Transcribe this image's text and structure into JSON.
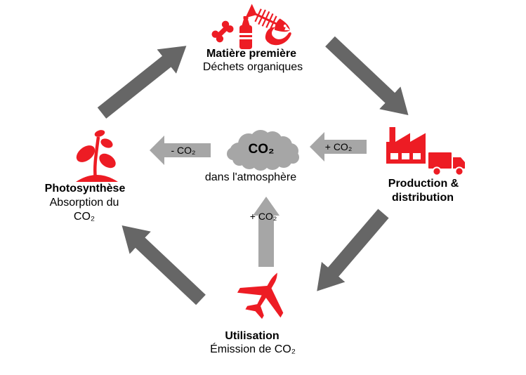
{
  "colors": {
    "accent_red": "#ED1C24",
    "arrow_dark": "#666666",
    "arrow_light": "#A6A6A6",
    "cloud_gray": "#A6A6A6",
    "text": "#000000",
    "background": "#FFFFFF"
  },
  "center": {
    "cloud_label": "CO₂",
    "caption": "dans l'atmosphère"
  },
  "nodes": {
    "matiere_premiere": {
      "title": "Matière première",
      "subtitle": "Déchets organiques"
    },
    "production_distribution": {
      "title_line1": "Production &",
      "title_line2": "distribution"
    },
    "utilisation": {
      "title": "Utilisation",
      "subtitle": "Émission de CO₂"
    },
    "photosynthese": {
      "title": "Photosynthèse",
      "subtitle_line1": "Absorption du",
      "subtitle_line2": "CO₂"
    }
  },
  "flow_labels": {
    "absorption": "- CO₂",
    "emission_production": "+ CO₂",
    "emission_utilisation": "+ CO₂"
  },
  "icons": {
    "matiere_premiere": [
      "bone-icon",
      "plastic-bottle-icon",
      "fishbone-icon",
      "banana-peel-icon"
    ],
    "production_distribution": [
      "factory-icon",
      "truck-icon"
    ],
    "utilisation": [
      "airplane-icon"
    ],
    "photosynthese": [
      "plant-icon"
    ],
    "center": [
      "cloud-icon"
    ]
  }
}
